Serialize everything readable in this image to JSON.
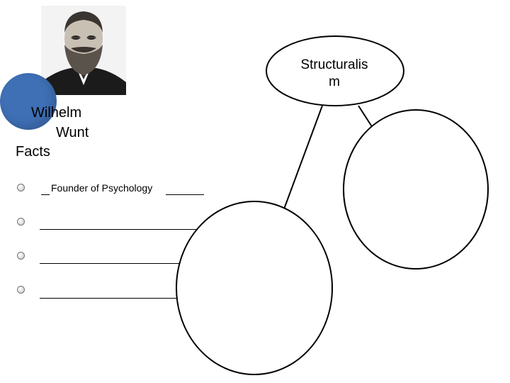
{
  "title": {
    "line1": "Wilhelm",
    "line2": "Wunt",
    "line3": "Facts"
  },
  "facts": [
    "Founder of Psychology",
    "",
    "",
    ""
  ],
  "diagram": {
    "center_label_line1": "Structuralis",
    "center_label_line2": "m"
  },
  "colors": {
    "accent_circle": "#3f6fb5",
    "stroke": "#000000",
    "background": "#ffffff"
  },
  "icons": {
    "bullet": "hollow-circle-bullet",
    "portrait": "portrait-photo"
  }
}
